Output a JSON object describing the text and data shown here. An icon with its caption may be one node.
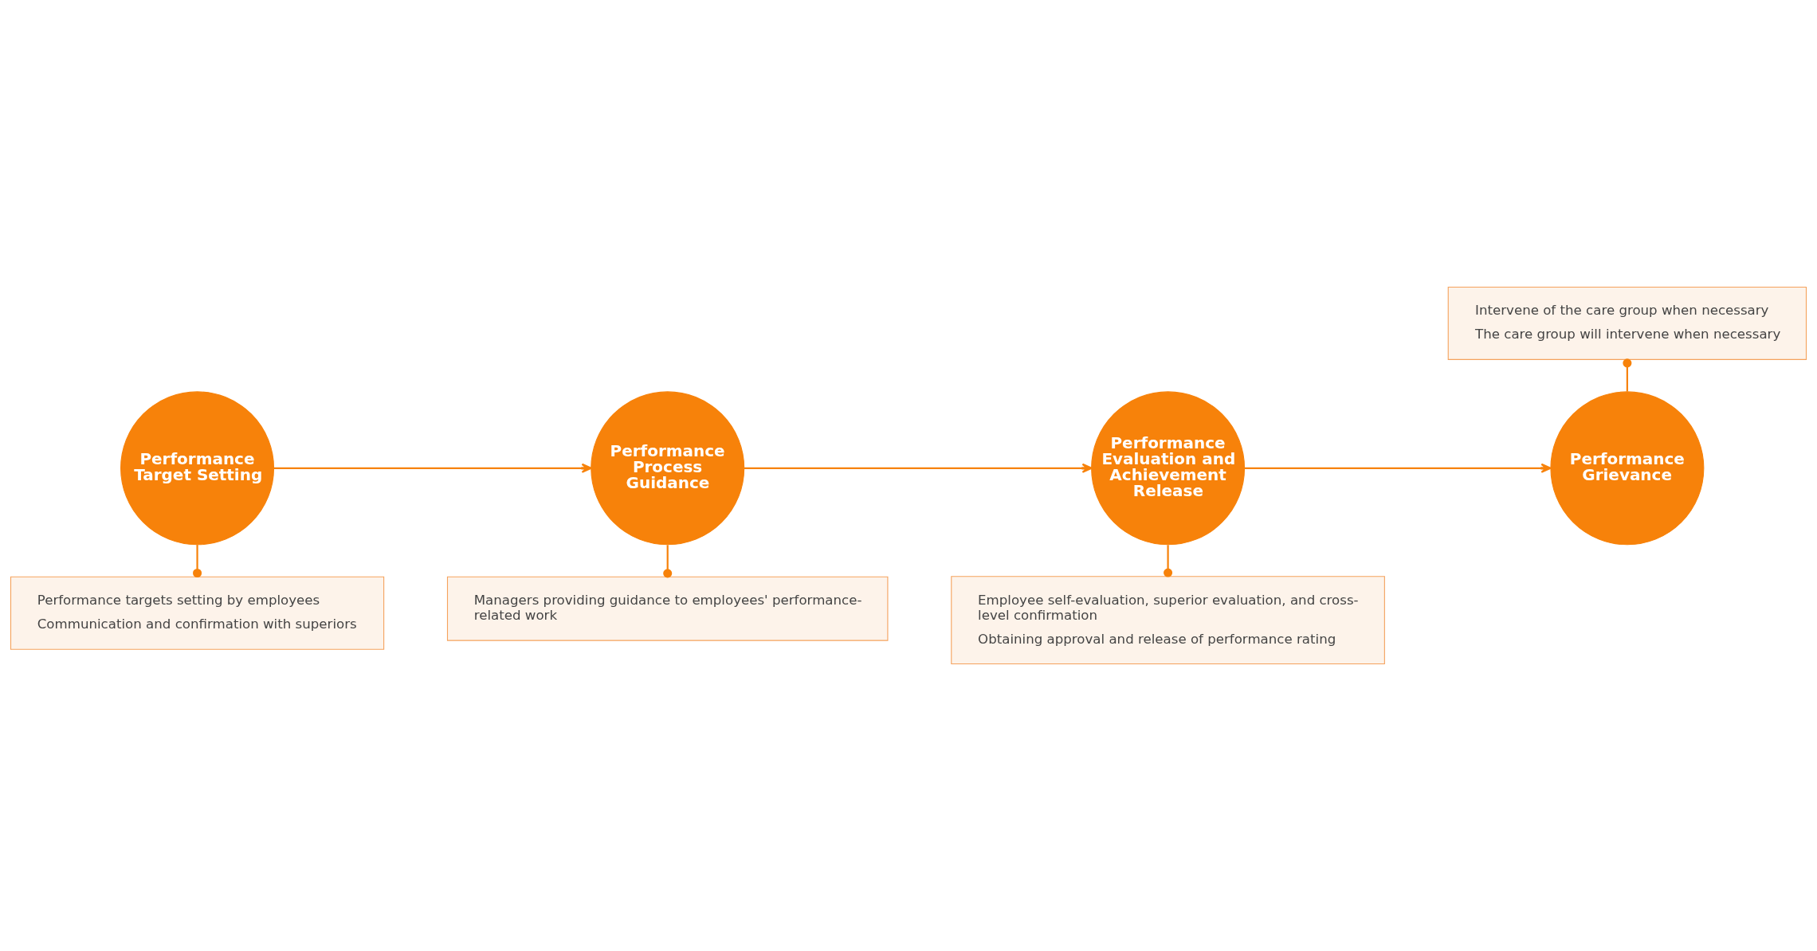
{
  "diagram": {
    "nodes": [
      {
        "text": [
          "Intervene of the care group when necessary",
          "The care group will intervene when necessary"
        ]
      },
      {
        "text": [
          "Performance Grievance"
        ]
      },
      {
        "text": [
          "Employee self-evaluation, superior evaluation, and cross-level confirmation",
          "Obtaining approval and release of performance rating"
        ]
      },
      {
        "text": [
          "Performance Evaluation and Achievement Release"
        ]
      },
      {
        "text": [
          "Performance Process Guidance"
        ]
      },
      {
        "text": [
          "Managers providing guidance to employees' performance-related work"
        ]
      },
      {
        "text": [
          "Performance Target Setting"
        ]
      },
      {
        "text": [
          "Performance targets setting by employees",
          "Communication and confirmation with superiors"
        ]
      }
    ],
    "edges": [
      {
        "from": 6,
        "to": 4,
        "arrow": "to"
      },
      {
        "from": 4,
        "to": 3,
        "arrow": "to"
      },
      {
        "from": 3,
        "to": 1,
        "arrow": "to"
      },
      {
        "from": 1,
        "to": 0,
        "arrow": "other"
      },
      {
        "from": 3,
        "to": 2,
        "arrow": "other"
      },
      {
        "from": 4,
        "to": 5,
        "arrow": "other"
      },
      {
        "from": 6,
        "to": 7,
        "arrow": "other"
      }
    ]
  }
}
